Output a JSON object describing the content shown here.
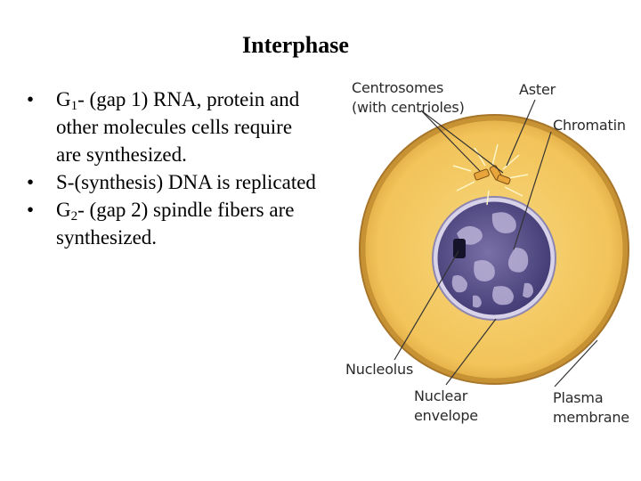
{
  "slide": {
    "title": "Interphase",
    "bullets": [
      {
        "marker": "•",
        "prefix": "G",
        "sub": "1",
        "text": "- (gap 1) RNA, protein and other molecules cells require are synthesized."
      },
      {
        "marker": "•",
        "text": "S-(synthesis) DNA is replicated"
      },
      {
        "marker": "•",
        "prefix": "G",
        "sub": "2",
        "text": "- (gap 2) spindle fibers are synthesized."
      }
    ]
  },
  "figure": {
    "labels": {
      "centrosomes_line1": "Centrosomes",
      "centrosomes_line2": "(with centrioles)",
      "aster": "Aster",
      "chromatin": "Chromatin",
      "nucleolus": "Nucleolus",
      "nuclear_envelope_line1": "Nuclear",
      "nuclear_envelope_line2": "envelope",
      "plasma_membrane_line1": "Plasma",
      "plasma_membrane_line2": "membrane"
    },
    "colors": {
      "cytoplasm": "#f2c45a",
      "membrane": "#c79234",
      "nucleus": "#5a4f86",
      "chromatin": "#b9b1d6"
    }
  }
}
